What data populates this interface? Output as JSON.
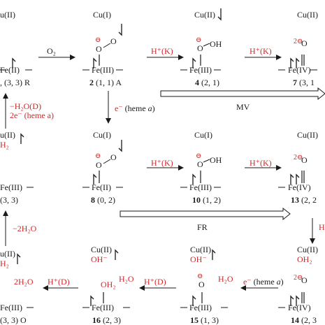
{
  "colors": {
    "ink": "#1a1a1a",
    "red": "#d0282a"
  },
  "labels": {
    "cu1": "Cu(I)",
    "cu2": "Cu(II)",
    "cu2_cut": "u(II)",
    "cu2_cut2": "Cu(II)",
    "fe2": "Fe(II)",
    "fe3": "Fe(III)",
    "fe4": "Fe(IV)",
    "oo": "O  O",
    "ooh": "O  OH",
    "minus": "⊖",
    "twominus": "2⊖",
    "o": "O",
    "oh": "OH",
    "oh_minus": "OH⁻",
    "oh2": "OH₂",
    "h2": "H₂",
    "h2o": "H₂O",
    "twoh2o": "2H₂O",
    "o2": "O₂",
    "hk": "H⁺(K)",
    "hd": "H⁺(D)",
    "e_heme": "e⁻ (heme a)",
    "minus_h2o_d": "−H₂O(D)",
    "two_e_heme": "2e⁻ (heme a)",
    "minus_2h2o": "−2H₂O",
    "mv": "MV",
    "fr": "FR",
    "h_cut": "H"
  },
  "states": {
    "r": "(3, 3) R",
    "s2": "(1, 1) A",
    "s2num": "2",
    "s4": "(2, 1)",
    "s4num": "4",
    "s7": "(3, 1",
    "s7num": "7",
    "s8": "(0, 2)",
    "s8num": "8",
    "s10": "(1, 2)",
    "s10num": "10",
    "s13": "(2, 2",
    "s13num": "13",
    "left_mid": "(3, 3)",
    "o_state": "(3, 3) O",
    "s16": "(2, 3)",
    "s16num": "16",
    "s15": "(1, 3)",
    "s15num": "15",
    "s14": "(2, 3",
    "s14num": "14"
  }
}
